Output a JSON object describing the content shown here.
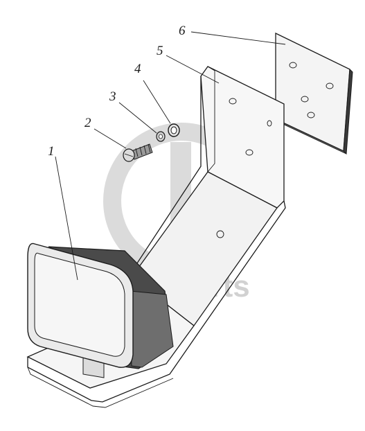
{
  "callouts": [
    {
      "id": "1",
      "label": "1"
    },
    {
      "id": "2",
      "label": "2"
    },
    {
      "id": "3",
      "label": "3"
    },
    {
      "id": "4",
      "label": "4"
    },
    {
      "id": "5",
      "label": "5"
    },
    {
      "id": "6",
      "label": "6"
    }
  ],
  "watermark": {
    "text": "dina-parts"
  }
}
